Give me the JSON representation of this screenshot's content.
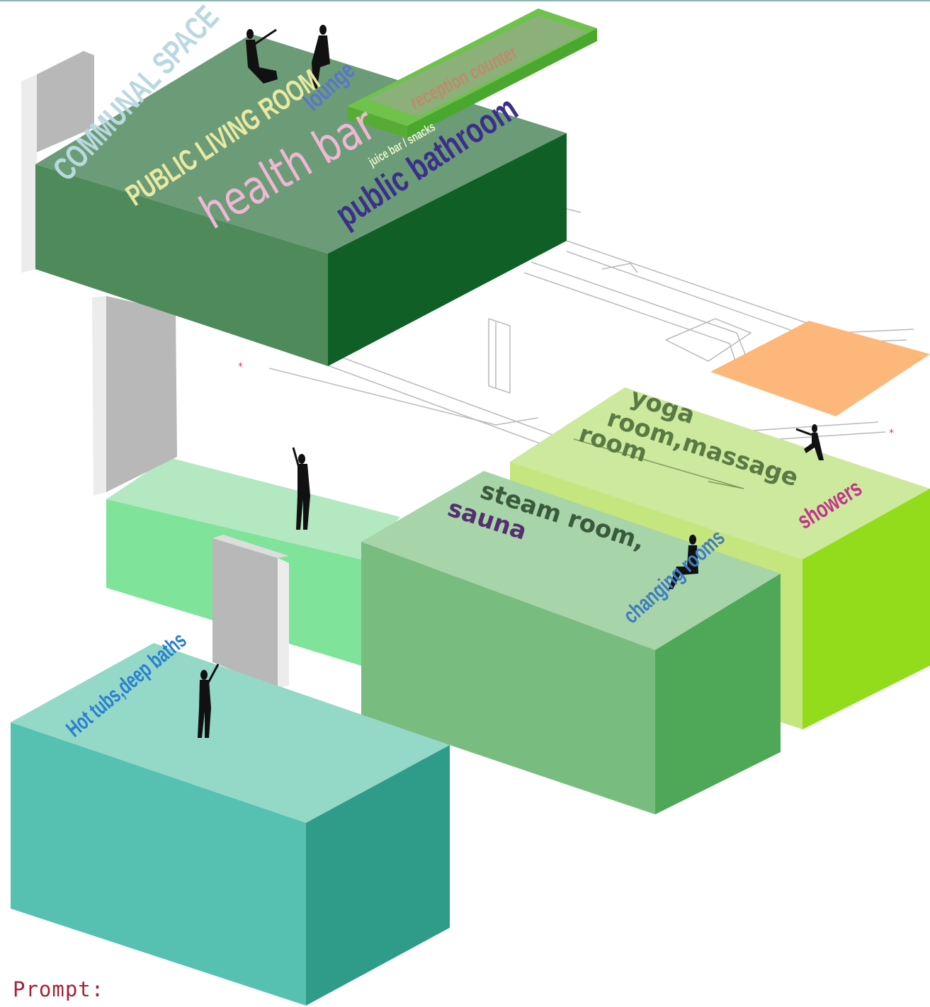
{
  "labels": {
    "communal_space": "COMMUNAL SPACE",
    "public_living_room": "PUBLIC LIVING ROOM",
    "lounge": "lounge",
    "health_bar": "health bar",
    "public_bathroom": "public bathroom",
    "bar_detail": "juice bar / snacks",
    "bar_sign": "reception counter",
    "yoga_line1": "yoga",
    "yoga_line2": "room,massage",
    "yoga_line3": "room",
    "showers": "showers",
    "steam_line1": "steam room,",
    "steam_line2": "sauna",
    "changing_rooms": "changing rooms",
    "hot_tubs": "Hot tubs,deep baths"
  },
  "colors": {
    "communal_top": "#6b9c77",
    "communal_front": "#4f8a5b",
    "communal_side": "#0f5f26",
    "bar_top": "#6fc24a",
    "bar_side": "#4aa82e",
    "corridor_top": "#b3e8c0",
    "corridor_front": "#7fe39a",
    "steam_top": "#a7d4a9",
    "steam_front": "#79bc80",
    "steam_side": "#4ea857",
    "yoga_top": "#cde99e",
    "yoga_front": "#c5e57f",
    "yoga_side": "#93dc1c",
    "hot_top": "#94d8c8",
    "hot_front": "#56c1b1",
    "hot_side": "#2f9b89",
    "orange_pad": "#fdb77a",
    "wall_light": "#ececec",
    "wall_dark": "#b8b8b8"
  },
  "prompt_label": "Prompt:"
}
